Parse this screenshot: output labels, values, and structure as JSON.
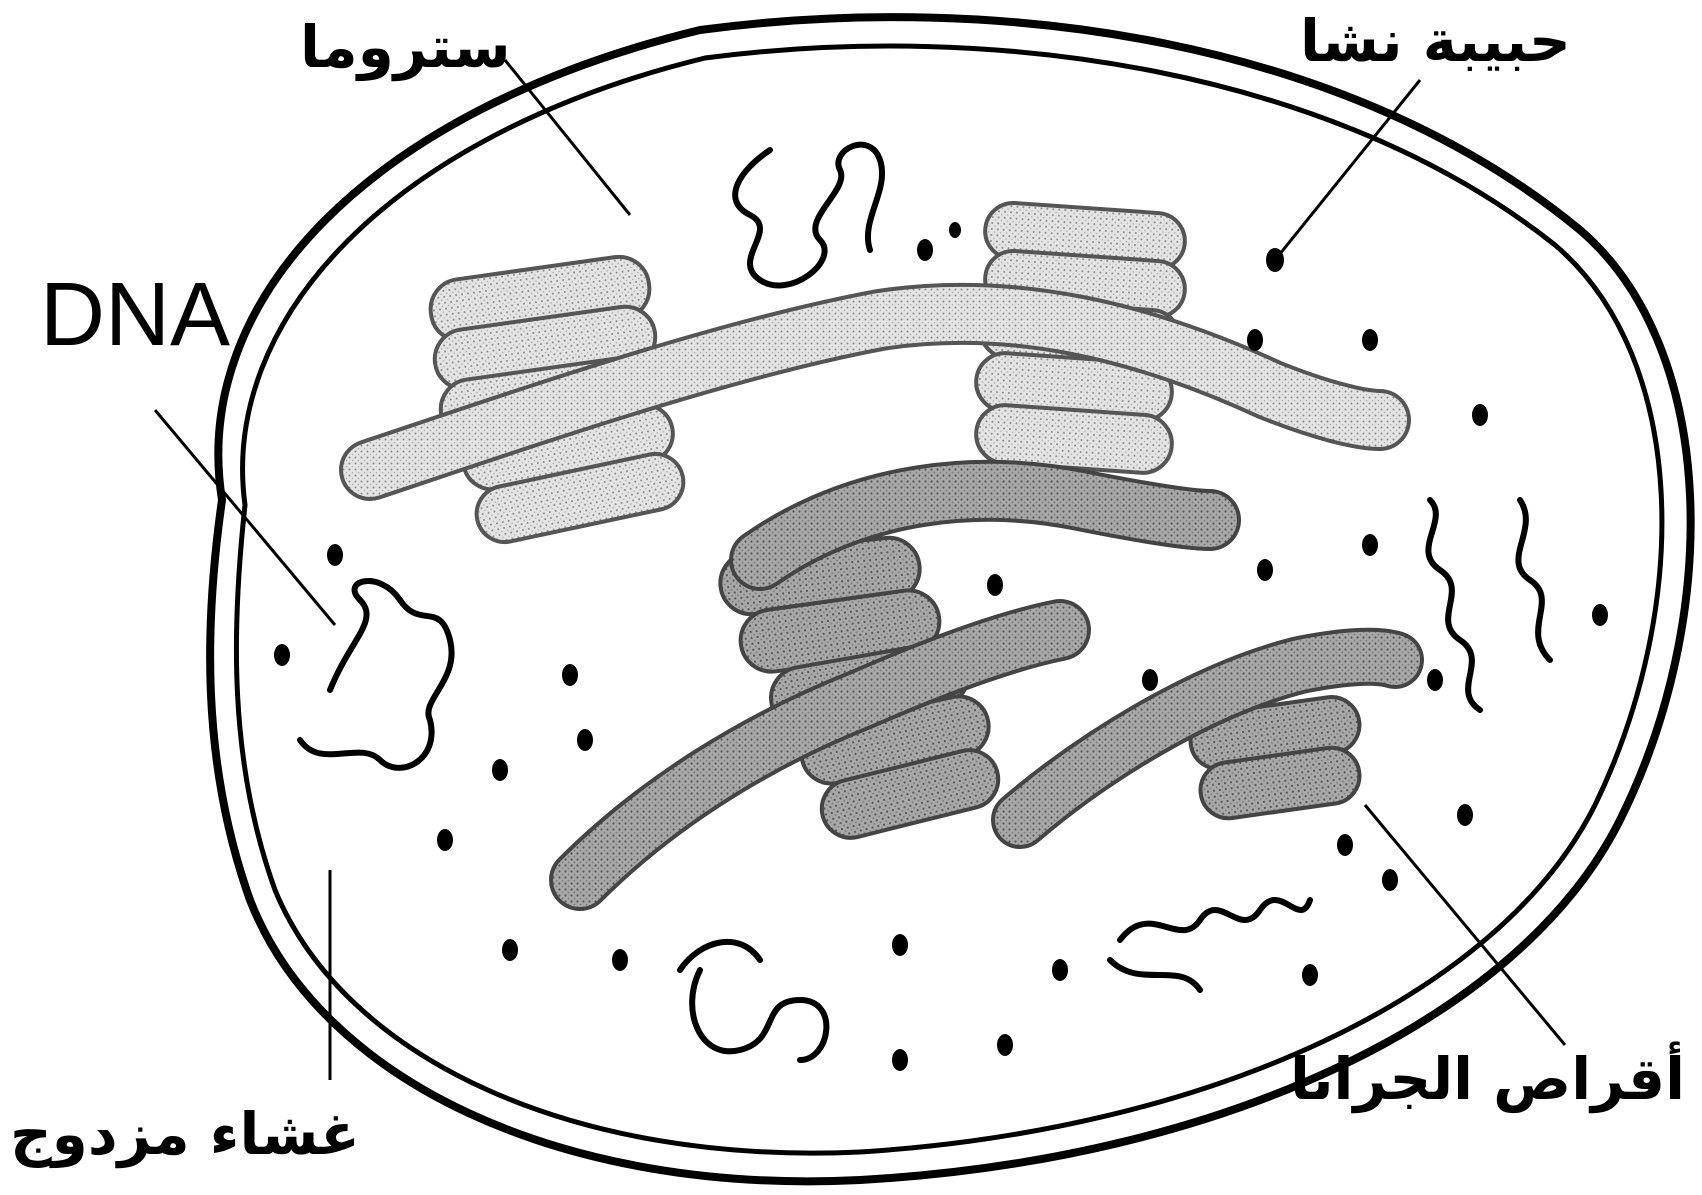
{
  "labels": {
    "stroma": "ستروما",
    "starch_granule": "حبيبة نشا",
    "dna": "DNA",
    "grana": "أقراص الجرانا",
    "double_membrane": "غشاء مزدوج"
  },
  "colors": {
    "line": "#000000",
    "light_stack": "#cfcfcf",
    "dark_stack": "#9a9a9a",
    "background": "#ffffff"
  }
}
